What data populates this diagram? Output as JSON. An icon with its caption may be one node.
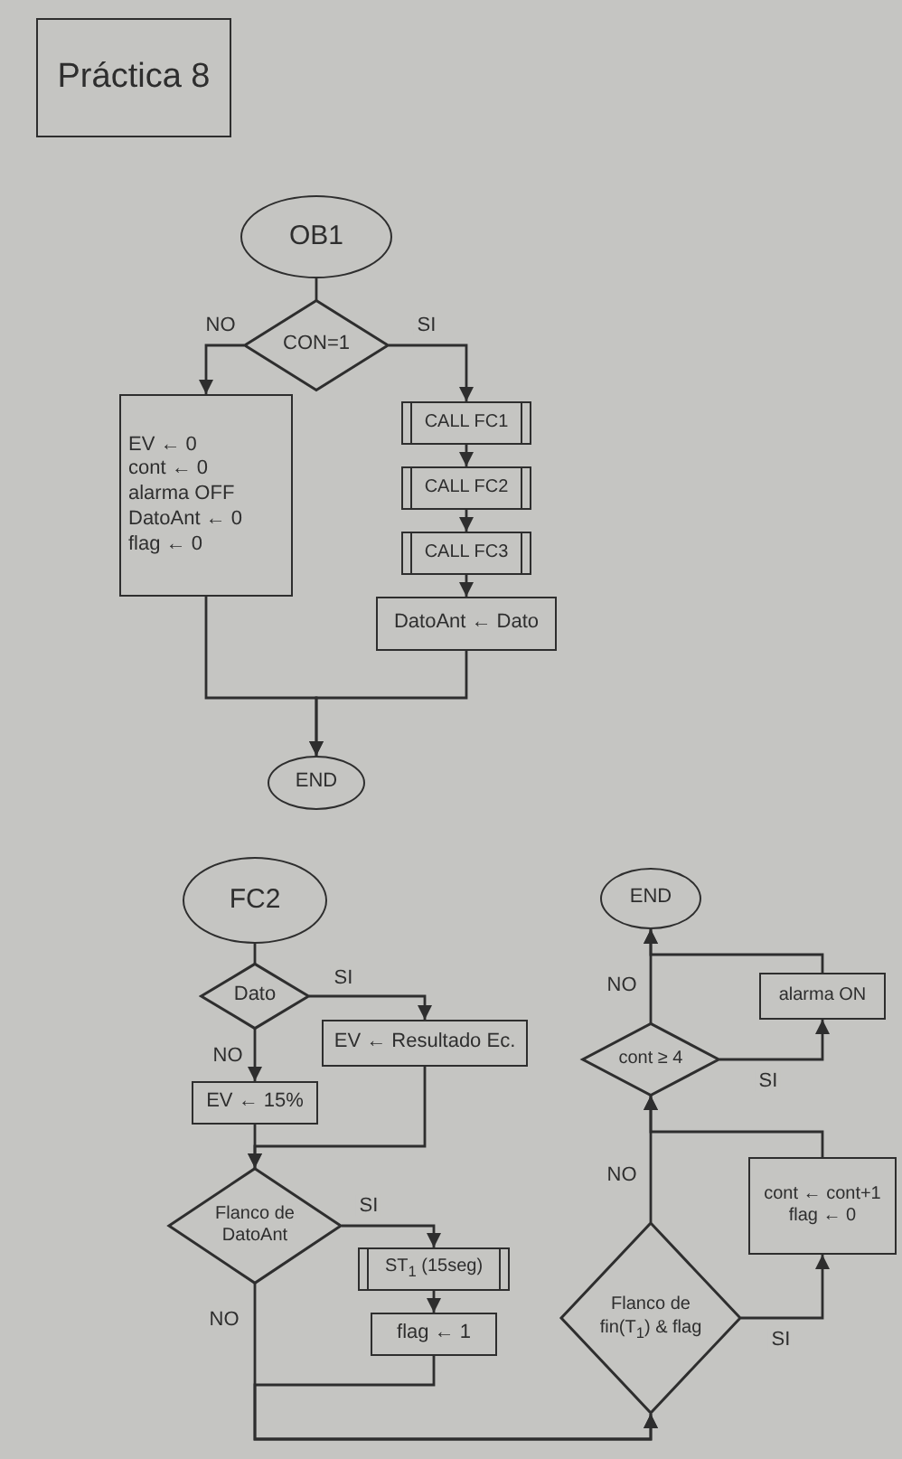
{
  "diagram": {
    "title": "Práctica 8",
    "nodes": [
      {
        "text": [
          "OB1"
        ]
      },
      {
        "text": [
          "CON=1"
        ]
      },
      {
        "text": [
          "EV ← 0",
          "cont ← 0",
          "alarma OFF",
          "DatoAnt ← 0",
          "flag ← 0"
        ]
      },
      {
        "text": [
          "CALL FC1"
        ]
      },
      {
        "text": [
          "CALL FC2"
        ]
      },
      {
        "text": [
          "CALL FC3"
        ]
      },
      {
        "text": [
          "DatoAnt ← Dato"
        ]
      },
      {
        "text": [
          "END"
        ]
      },
      {
        "text": [
          "FC2"
        ]
      },
      {
        "text": [
          "Dato"
        ]
      },
      {
        "text": [
          "EV ← Resultado Ec."
        ]
      },
      {
        "text": [
          "EV ← 15%"
        ]
      },
      {
        "text": [
          "Flanco de DatoAnt"
        ]
      },
      {
        "text": [
          "ST$_{1}$ (15seg)"
        ]
      },
      {
        "text": [
          "flag ← 1"
        ]
      },
      {
        "text": [
          "Flanco de fin(T$_{1}$) & flag"
        ]
      },
      {
        "text": [
          "cont ← cont+1",
          "flag ← 0"
        ]
      },
      {
        "text": [
          "cont ≥ 4"
        ]
      },
      {
        "text": [
          "alarma ON"
        ]
      },
      {
        "text": [
          "END"
        ]
      }
    ],
    "edges": [
      {
        "from": 0,
        "to": 1,
        "arrow": "none"
      },
      {
        "from": 1,
        "to": 2,
        "arrow": "to",
        "label": "NO"
      },
      {
        "from": 1,
        "to": 3,
        "arrow": "to",
        "label": "SI"
      },
      {
        "from": 3,
        "to": 4,
        "arrow": "to"
      },
      {
        "from": 4,
        "to": 5,
        "arrow": "to"
      },
      {
        "from": 5,
        "to": 6,
        "arrow": "to"
      },
      {
        "from": 2,
        "to": 7,
        "arrow": "to"
      },
      {
        "from": 6,
        "to": 7,
        "arrow": "to"
      },
      {
        "from": 8,
        "to": 9,
        "arrow": "none"
      },
      {
        "from": 9,
        "to": 10,
        "arrow": "to",
        "label": "SI"
      },
      {
        "from": 9,
        "to": 11,
        "arrow": "to",
        "label": "NO"
      },
      {
        "from": 10,
        "to": 12,
        "arrow": "to"
      },
      {
        "from": 11,
        "to": 12,
        "arrow": "to"
      },
      {
        "from": 12,
        "to": 13,
        "arrow": "to",
        "label": "SI"
      },
      {
        "from": 13,
        "to": 14,
        "arrow": "to"
      },
      {
        "from": 12,
        "to": 15,
        "arrow": "to",
        "label": "NO"
      },
      {
        "from": 14,
        "to": 15,
        "arrow": "to"
      },
      {
        "from": 15,
        "to": 16,
        "arrow": "to",
        "label": "SI"
      },
      {
        "from": 15,
        "to": 17,
        "arrow": "to",
        "label": "NO"
      },
      {
        "from": 16,
        "to": 17,
        "arrow": "to"
      },
      {
        "from": 17,
        "to": 18,
        "arrow": "to",
        "label": "SI"
      },
      {
        "from": 17,
        "to": 19,
        "arrow": "to",
        "label": "NO"
      },
      {
        "from": 18,
        "to": 19,
        "arrow": "to"
      }
    ]
  }
}
